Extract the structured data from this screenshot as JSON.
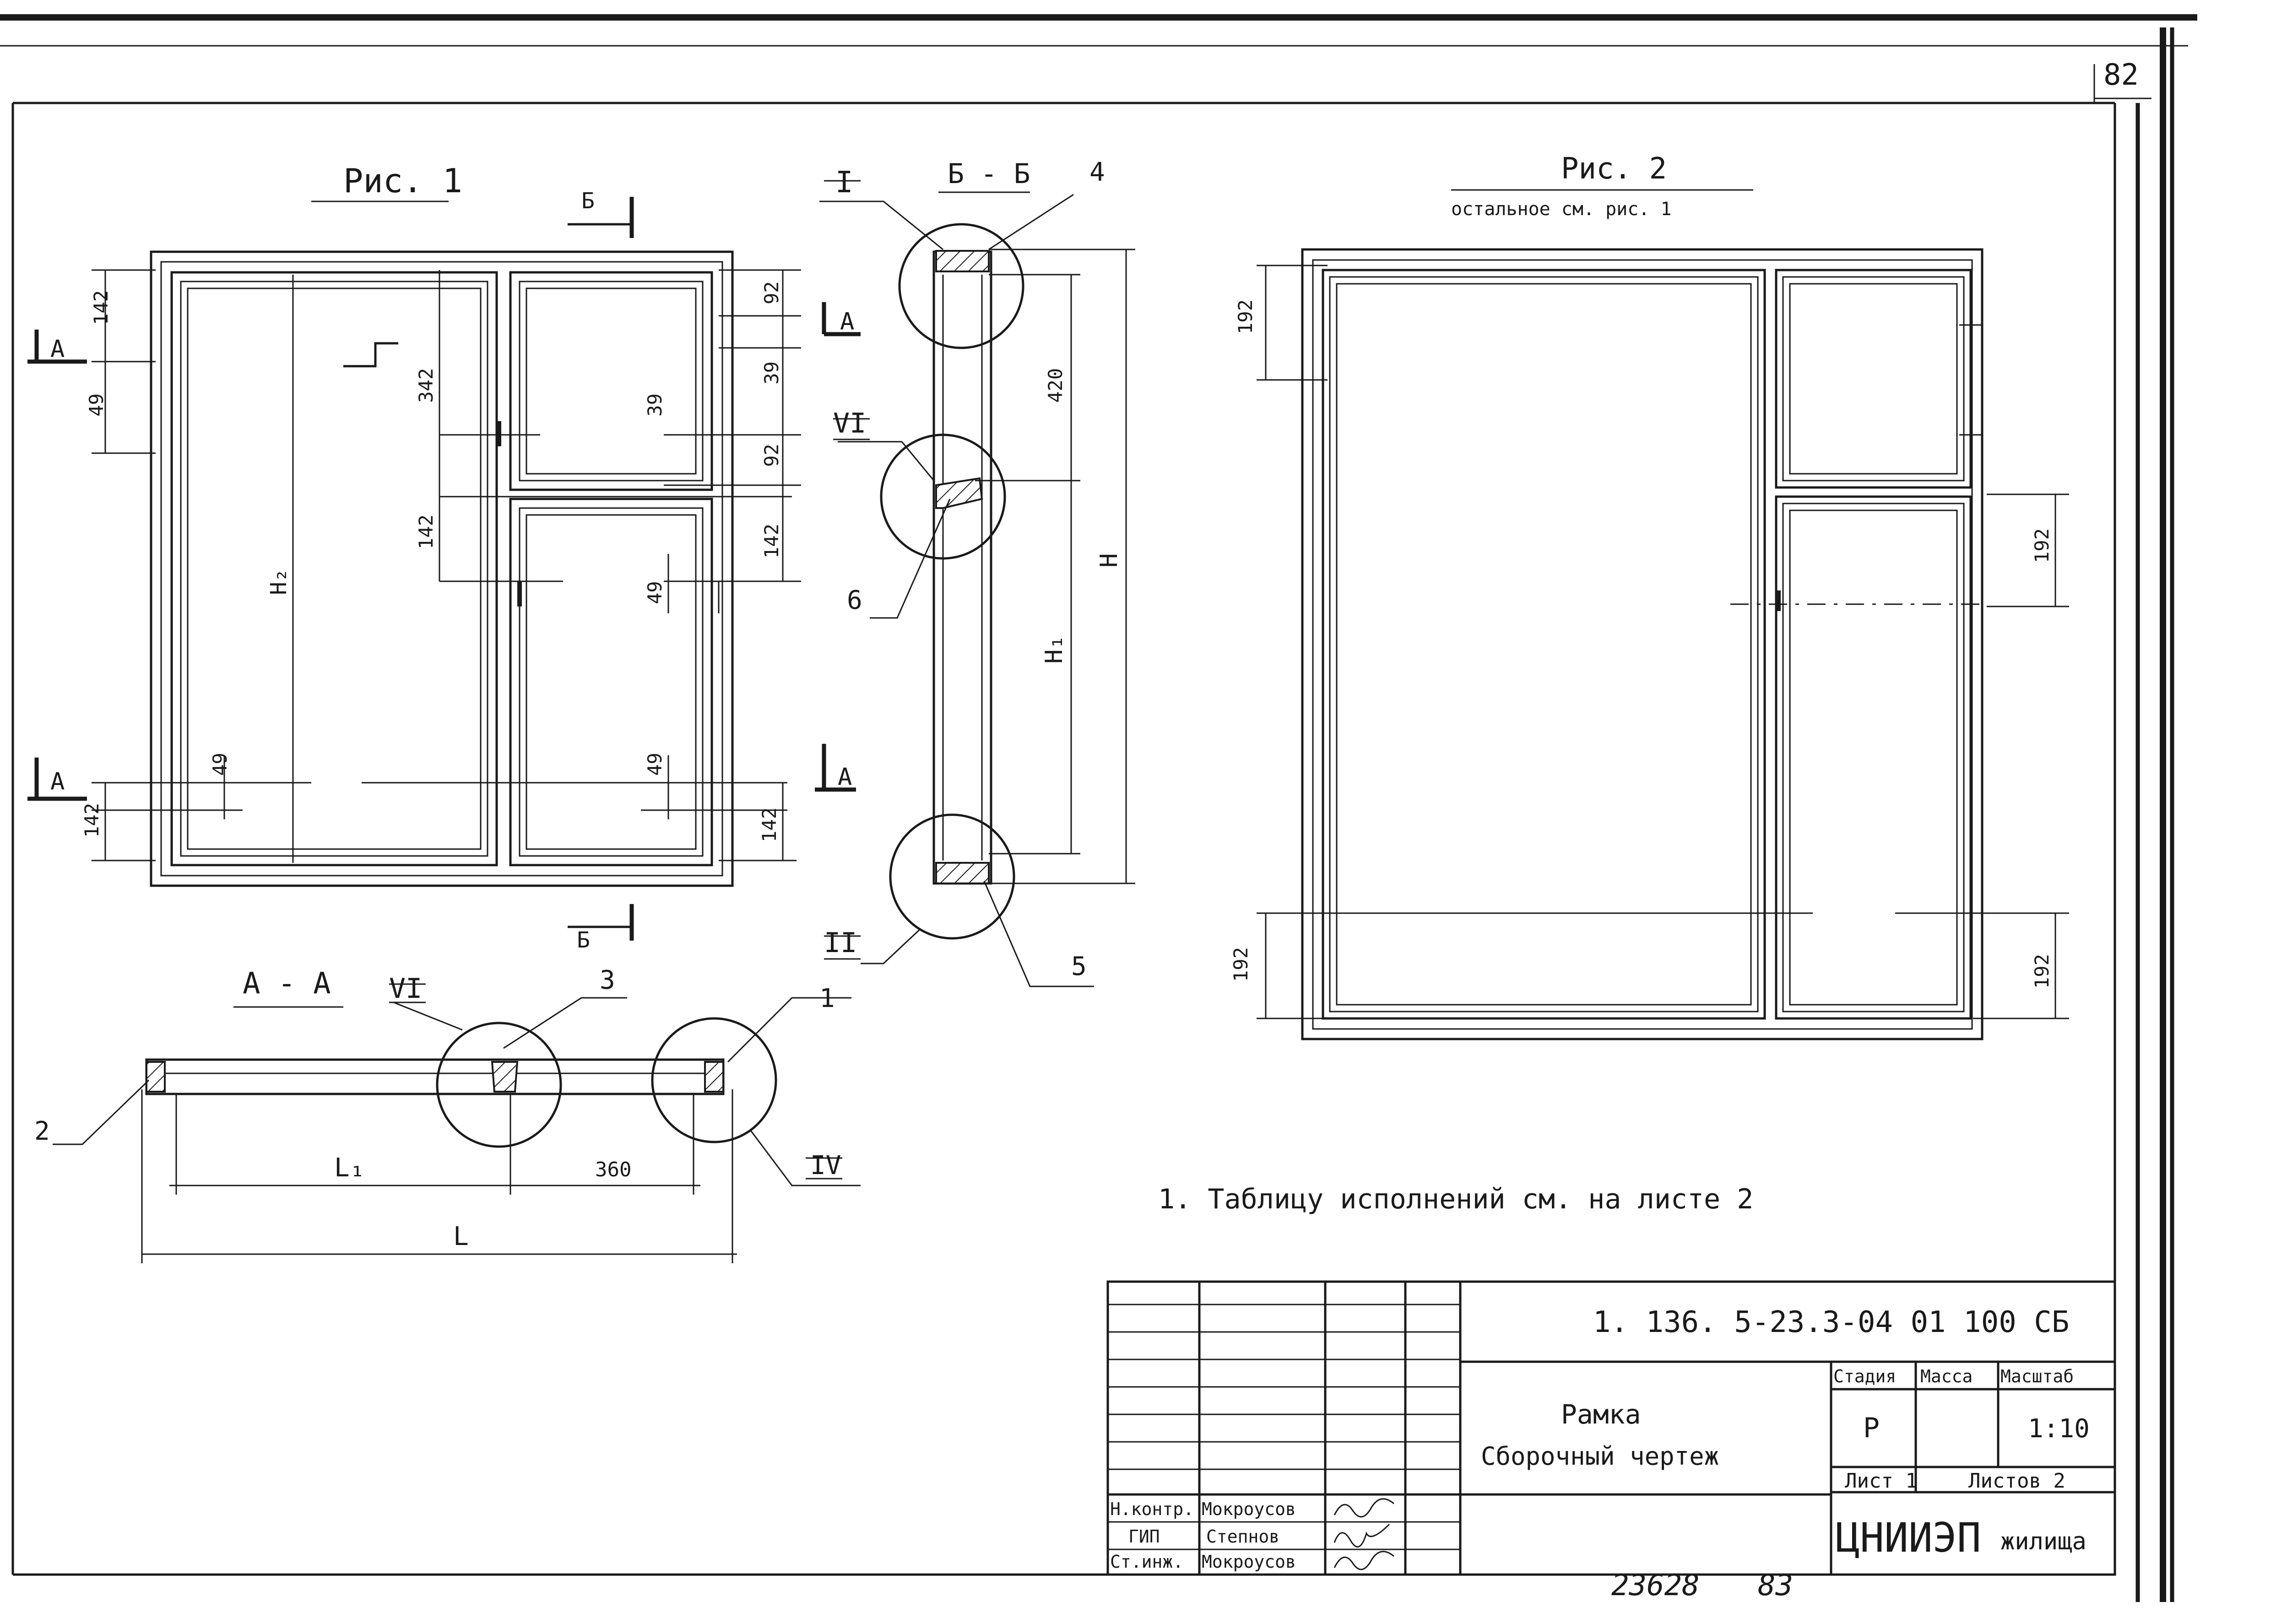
{
  "sheet_number": "82",
  "figures": {
    "fig1_title": "Рис. 1",
    "fig2_title": "Рис. 2",
    "fig2_subtitle": "остальное см. рис. 1",
    "section_bb_title": "Б - Б",
    "section_aa_title": "А - А",
    "section_marker_b": "Б",
    "section_marker_a": "А"
  },
  "fig1_dimensions": {
    "d142_top_left": "142",
    "d49_left": "49",
    "d342": "342",
    "h2": "H₂",
    "d92_top": "92",
    "d39_top": "39",
    "d39_mid": "39",
    "d92_mid": "92",
    "d142_mid_left": "142",
    "d142_mid_right": "142",
    "d49_mid": "49",
    "d49_bot_left": "49",
    "d49_bot_right": "49",
    "d142_bot_left": "142",
    "d142_bot_right": "142"
  },
  "section_bb_dimensions": {
    "d420": "420",
    "h": "H",
    "h1": "H₁"
  },
  "fig2_dimensions": {
    "d192_top_left": "192",
    "d192_right_mid": "192",
    "d192_bot_left": "192",
    "d192_bot_right": "192"
  },
  "section_aa_dimensions": {
    "l1": "L₁",
    "d360": "360",
    "l": "L"
  },
  "callouts": {
    "c1": "1",
    "c2": "2",
    "c3": "3",
    "c4": "4",
    "c5": "5",
    "c6": "6",
    "detail_i": "I",
    "detail_ii": "II",
    "detail_iv": "IV",
    "detail_vi_bb": "VI",
    "detail_vi_aa": "VI"
  },
  "note": "1. Таблицу исполнений см. на листе 2",
  "title_block": {
    "document_code": "1. 136. 5-23.3-04 01 100 СБ",
    "title_line1": "Рамка",
    "title_line2": "Сборочный чертеж",
    "stage_header": "Стадия",
    "mass_header": "Масса",
    "scale_header": "Масштаб",
    "stage_value": "Р",
    "mass_value": "",
    "scale_value": "1:10",
    "sheet_label": "Лист 1",
    "sheets_label": "Листов 2",
    "organization_logo": "ЦНИИЭП",
    "organization_name": "жилища",
    "signatures": [
      {
        "role": "Н.контр.",
        "name": "Мокроусов"
      },
      {
        "role": "ГИП",
        "name": "Степнов"
      },
      {
        "role": "Ст.инж.",
        "name": "Мокроусов"
      }
    ]
  },
  "archive_numbers": {
    "inventory": "23628",
    "page": "83"
  }
}
